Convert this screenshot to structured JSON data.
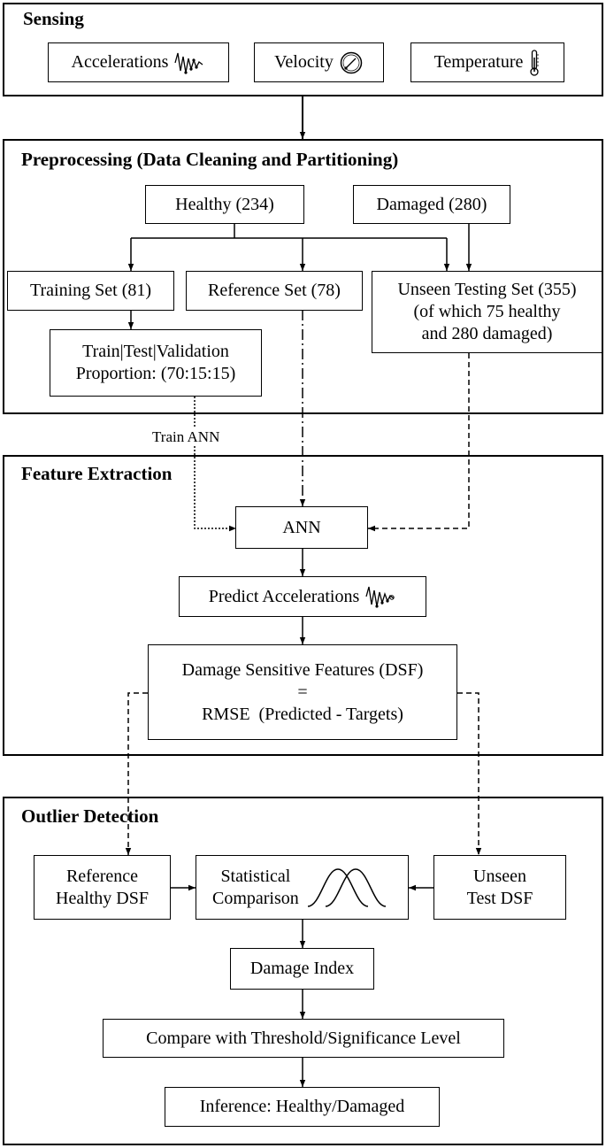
{
  "sensing": {
    "title": "Sensing",
    "accelerations": "Accelerations",
    "velocity": "Velocity",
    "temperature": "Temperature"
  },
  "preprocessing": {
    "title": "Preprocessing (Data Cleaning and Partitioning)",
    "healthy": "Healthy (234)",
    "damaged": "Damaged (280)",
    "training_set": "Training Set (81)",
    "reference_set": "Reference Set (78)",
    "unseen_line1": "Unseen Testing Set (355)",
    "unseen_line2": "(of which 75 healthy",
    "unseen_line3": "and 280 damaged)",
    "split_line1": "Train|Test|Validation",
    "split_line2": "Proportion: (70:15:15)"
  },
  "connector_label": "Train ANN",
  "feature_extraction": {
    "title": "Feature Extraction",
    "ann": "ANN",
    "predict": "Predict Accelerations",
    "dsf_line1": "Damage Sensitive Features (DSF)",
    "dsf_line2": "=",
    "dsf_line3": "RMSE  (Predicted - Targets)"
  },
  "outlier_detection": {
    "title": "Outlier Detection",
    "ref_line1": "Reference",
    "ref_line2": "Healthy DSF",
    "stat_line1": "Statistical",
    "stat_line2": "Comparison",
    "unseen_line1": "Unseen",
    "unseen_line2": "Test DSF",
    "damage_index": "Damage Index",
    "compare": "Compare with Threshold/Significance Level",
    "inference": "Inference: Healthy/Damaged"
  }
}
